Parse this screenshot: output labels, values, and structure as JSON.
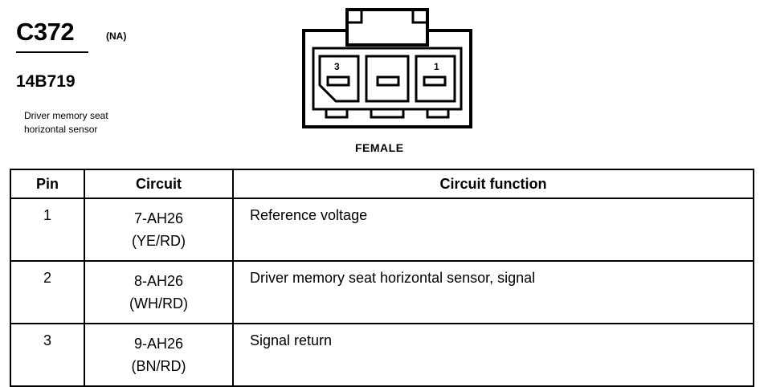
{
  "header": {
    "connector_id": "C372",
    "connector_note": "(NA)",
    "part_number": "14B719",
    "description_line1": "Driver memory seat",
    "description_line2": "horizontal sensor"
  },
  "connector": {
    "view_label": "FEMALE",
    "cavity_labels": [
      "3",
      "1"
    ]
  },
  "table": {
    "headers": [
      "Pin",
      "Circuit",
      "Circuit function"
    ],
    "rows": [
      {
        "pin": "1",
        "circuit": "7-AH26",
        "color": "(YE/RD)",
        "function": "Reference voltage"
      },
      {
        "pin": "2",
        "circuit": "8-AH26",
        "color": "(WH/RD)",
        "function": "Driver memory seat horizontal sensor, signal"
      },
      {
        "pin": "3",
        "circuit": "9-AH26",
        "color": "(BN/RD)",
        "function": "Signal return"
      }
    ]
  }
}
